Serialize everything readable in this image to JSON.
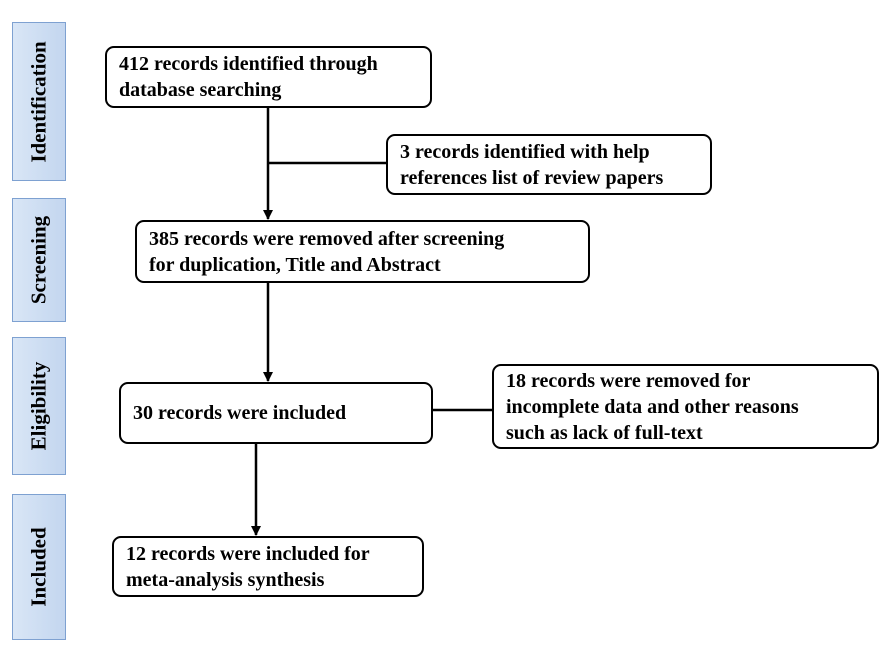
{
  "stages": {
    "identification": "Identification",
    "screening": "Screening",
    "eligibility": "Eligibility",
    "included": "Included"
  },
  "boxes": {
    "identified": {
      "line1": "412 records identified through",
      "line2": "database searching"
    },
    "additional": {
      "line1": "3 records identified with help",
      "line2": "references list of review papers"
    },
    "screened": {
      "line1": "385 records were removed after screening",
      "line2": "for duplication, Title and Abstract"
    },
    "eligible": {
      "line1": "30 records were included"
    },
    "excluded": {
      "line1": "18 records were removed for",
      "line2": "incomplete data and other reasons",
      "line3": "such as lack of full-text"
    },
    "final": {
      "line1": "12 records were included for",
      "line2": "meta-analysis synthesis"
    }
  },
  "colors": {
    "stage_fill": "#c9daf0",
    "stage_border": "#7ea1d1",
    "box_border": "#000000",
    "connector": "#000000"
  }
}
